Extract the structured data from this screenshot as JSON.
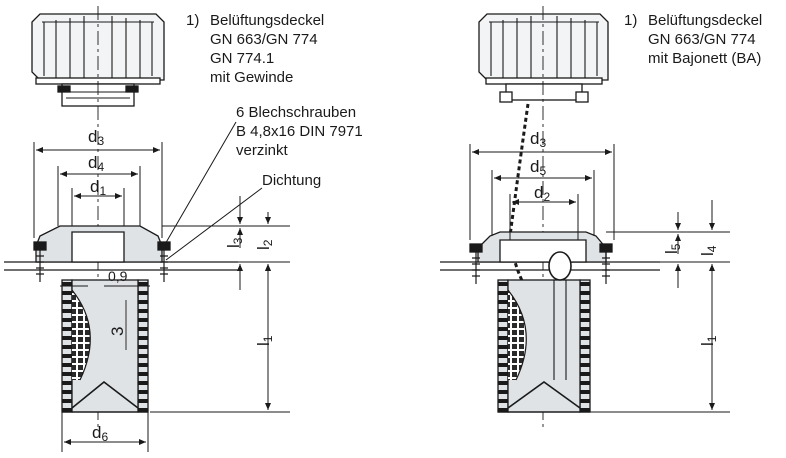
{
  "left_view": {
    "cap_note": {
      "marker": "1)",
      "lines": [
        "Belüftungsdeckel",
        "GN 663/GN 774",
        "GN 774.1",
        "mit Gewinde"
      ]
    },
    "screw_note": {
      "lines": [
        "6 Blechschrauben",
        "B 4,8x16  DIN 7971",
        "verzinkt"
      ]
    },
    "seal_note": "Dichtung",
    "dims": {
      "d3": {
        "base": "d",
        "sub": "3"
      },
      "d4": {
        "base": "d",
        "sub": "4"
      },
      "d1": {
        "base": "d",
        "sub": "1"
      },
      "d6": {
        "base": "d",
        "sub": "6"
      },
      "l3": {
        "base": "l",
        "sub": "3"
      },
      "l2": {
        "base": "l",
        "sub": "2"
      },
      "l1": {
        "base": "l",
        "sub": "1"
      },
      "wall": "0,9",
      "pitch": "3"
    }
  },
  "right_view": {
    "cap_note": {
      "marker": "1)",
      "lines": [
        "Belüftungsdeckel",
        "GN 663/GN 774",
        "mit Bajonett (BA)"
      ]
    },
    "dims": {
      "d3": {
        "base": "d",
        "sub": "3"
      },
      "d5": {
        "base": "d",
        "sub": "5"
      },
      "d2": {
        "base": "d",
        "sub": "2"
      },
      "l5": {
        "base": "l",
        "sub": "5"
      },
      "l4": {
        "base": "l",
        "sub": "4"
      },
      "l1": {
        "base": "l",
        "sub": "1"
      }
    }
  },
  "colors": {
    "line": "#1a1a1a",
    "fill": "#dfe3e6",
    "hatch": "#2a2a2a",
    "background": "#ffffff"
  }
}
